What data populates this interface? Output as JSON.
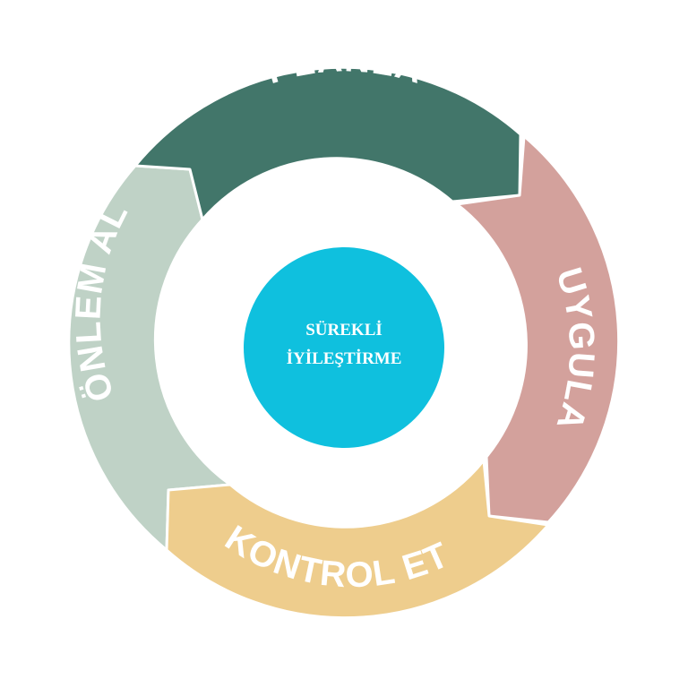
{
  "diagram": {
    "center": {
      "line1": "SÜREKLİ",
      "line2": "İYİLEŞTİRME",
      "color": "#0fc0de"
    },
    "segments": [
      {
        "id": "planla",
        "label": "PLANLA",
        "color": "#42766a"
      },
      {
        "id": "uygula",
        "label": "UYGULA",
        "color": "#d3a19c"
      },
      {
        "id": "kontrol",
        "label": "KONTROL ET",
        "color": "#eecd8d"
      },
      {
        "id": "onlem",
        "label": "ÖNLEM AL",
        "color": "#bfd2c6"
      }
    ]
  }
}
